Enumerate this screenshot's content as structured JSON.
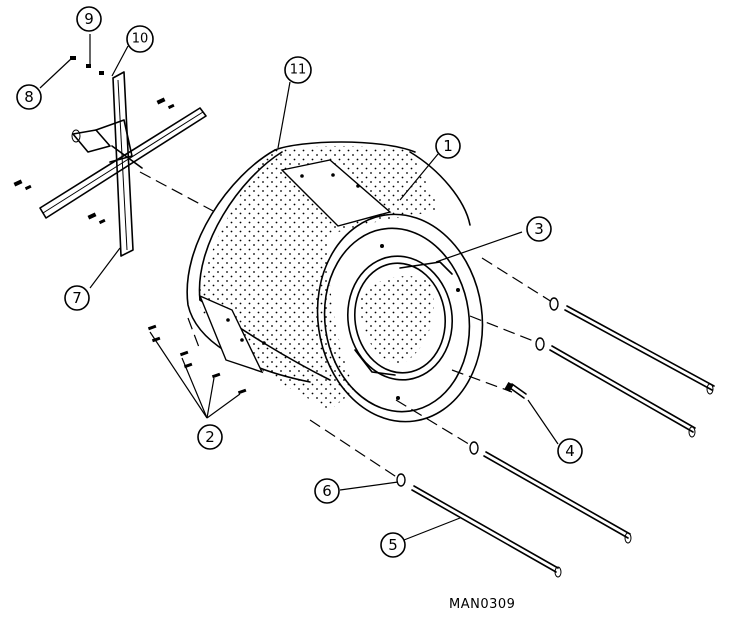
{
  "callouts": [
    {
      "id": "c1",
      "label": "1"
    },
    {
      "id": "c2",
      "label": "2"
    },
    {
      "id": "c3",
      "label": "3"
    },
    {
      "id": "c4",
      "label": "4"
    },
    {
      "id": "c5",
      "label": "5"
    },
    {
      "id": "c6",
      "label": "6"
    },
    {
      "id": "c7",
      "label": "7"
    },
    {
      "id": "c8",
      "label": "8"
    },
    {
      "id": "c9",
      "label": "9"
    },
    {
      "id": "c10",
      "label": "10"
    },
    {
      "id": "c11",
      "label": "11"
    }
  ],
  "catalog_code": "MAN0309"
}
